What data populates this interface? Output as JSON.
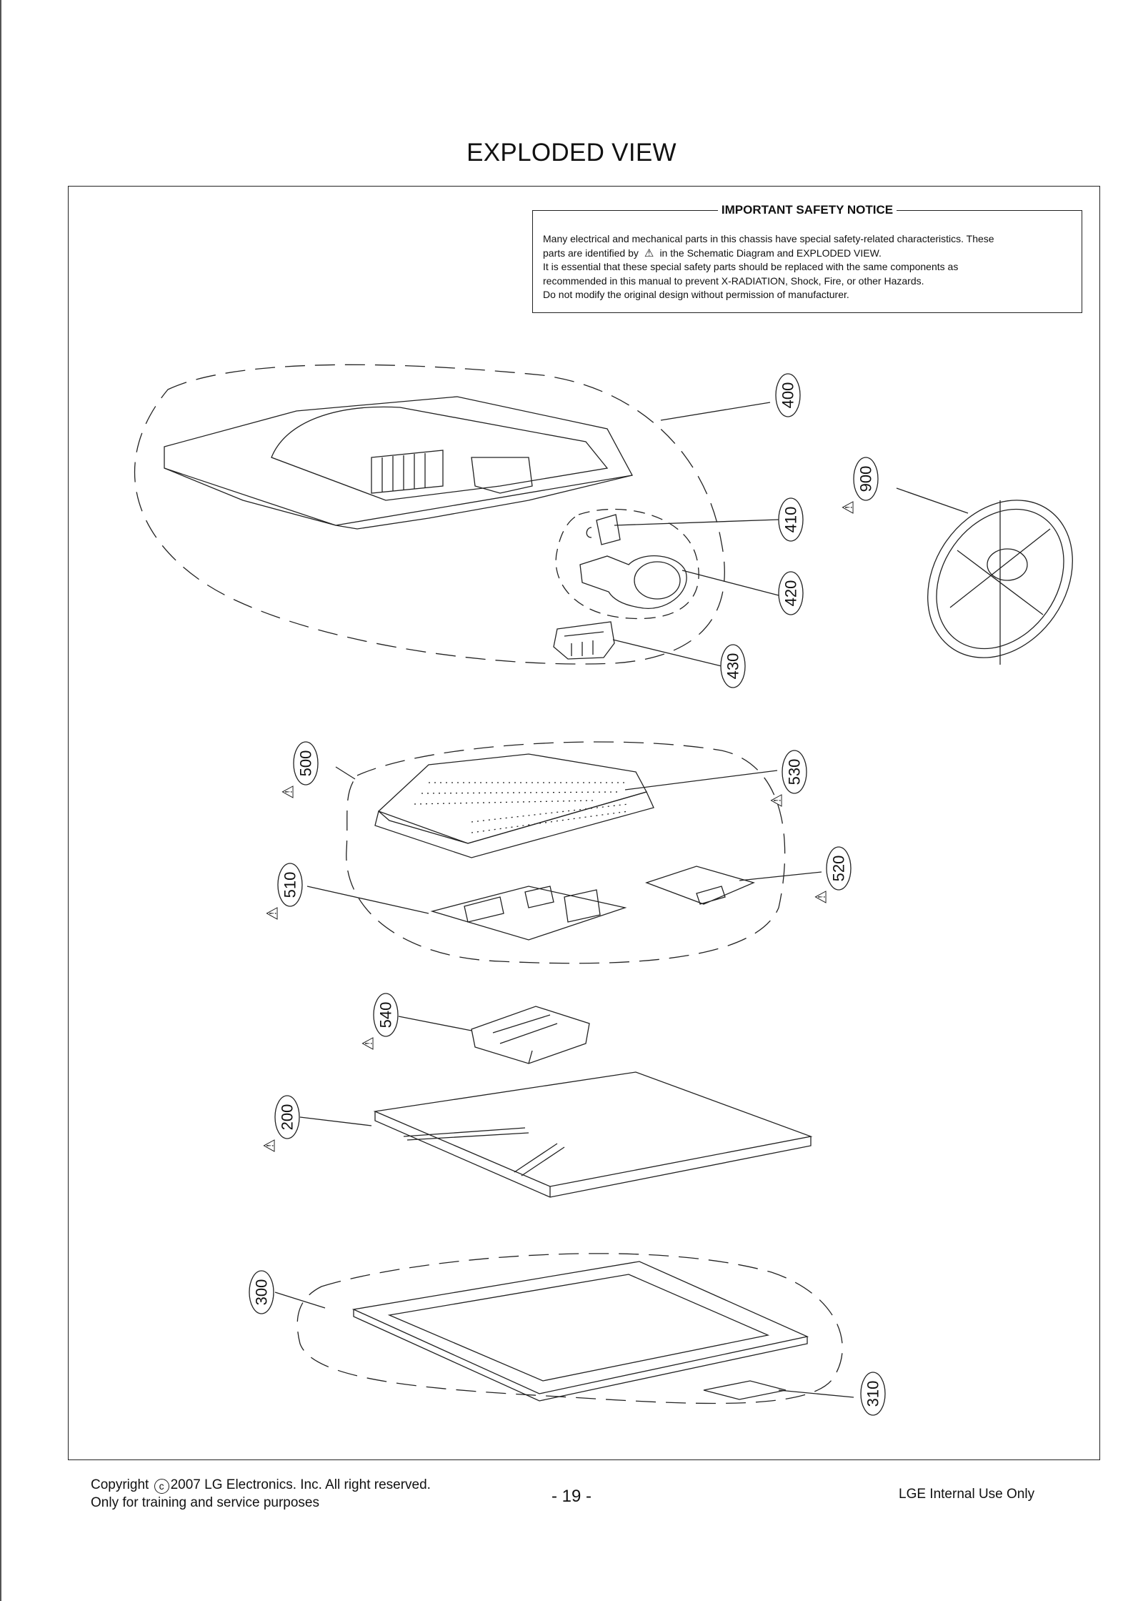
{
  "page": {
    "title": "EXPLODED VIEW",
    "page_number": "- 19 -"
  },
  "notice": {
    "title": "IMPORTANT SAFETY NOTICE",
    "line1": "Many electrical and mechanical parts in this chassis have special safety-related characteristics. These",
    "line2_before": "parts are identified by",
    "warning_icon": "warning-triangle-icon",
    "line2_after": "in the Schematic Diagram and EXPLODED VIEW.",
    "line3": "It is essential that these special safety parts should be replaced with the same components as",
    "line4": "recommended in this manual to prevent X-RADIATION, Shock, Fire, or other Hazards.",
    "line5": "Do not modify the original design without permission of manufacturer."
  },
  "parts": [
    {
      "number": "400",
      "safety_mark": false
    },
    {
      "number": "410",
      "safety_mark": false
    },
    {
      "number": "420",
      "safety_mark": false
    },
    {
      "number": "430",
      "safety_mark": false
    },
    {
      "number": "900",
      "safety_mark": true
    },
    {
      "number": "500",
      "safety_mark": true
    },
    {
      "number": "530",
      "safety_mark": true
    },
    {
      "number": "510",
      "safety_mark": true
    },
    {
      "number": "520",
      "safety_mark": true
    },
    {
      "number": "540",
      "safety_mark": true
    },
    {
      "number": "200",
      "safety_mark": true
    },
    {
      "number": "300",
      "safety_mark": false
    },
    {
      "number": "310",
      "safety_mark": false
    }
  ],
  "safety_symbol": "⚠",
  "footer": {
    "copyright_prefix": "Copyright",
    "copyright_symbol": "c",
    "copyright_suffix": "2007 LG Electronics. Inc. All right reserved.",
    "line2": "Only for training and service purposes",
    "right": "LGE Internal Use Only"
  }
}
